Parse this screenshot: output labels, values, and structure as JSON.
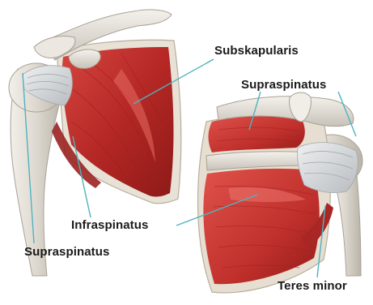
{
  "labels": {
    "subskapularis": "Subskapularis",
    "supraspinatus_right": "Supraspinatus",
    "infraspinatus": "Infraspinatus",
    "supraspinatus_left": "Supraspinatus",
    "teres_minor": "Teres minor"
  },
  "colors": {
    "muscle": "#c8302e",
    "muscle_dark": "#8e1a18",
    "muscle_light": "#e0605a",
    "bone": "#e6e2da",
    "bone_shadow": "#b9b3a8",
    "tendon": "#d9dcde",
    "leader_line": "#4fb3c0",
    "label_text": "#1a1a1a"
  }
}
